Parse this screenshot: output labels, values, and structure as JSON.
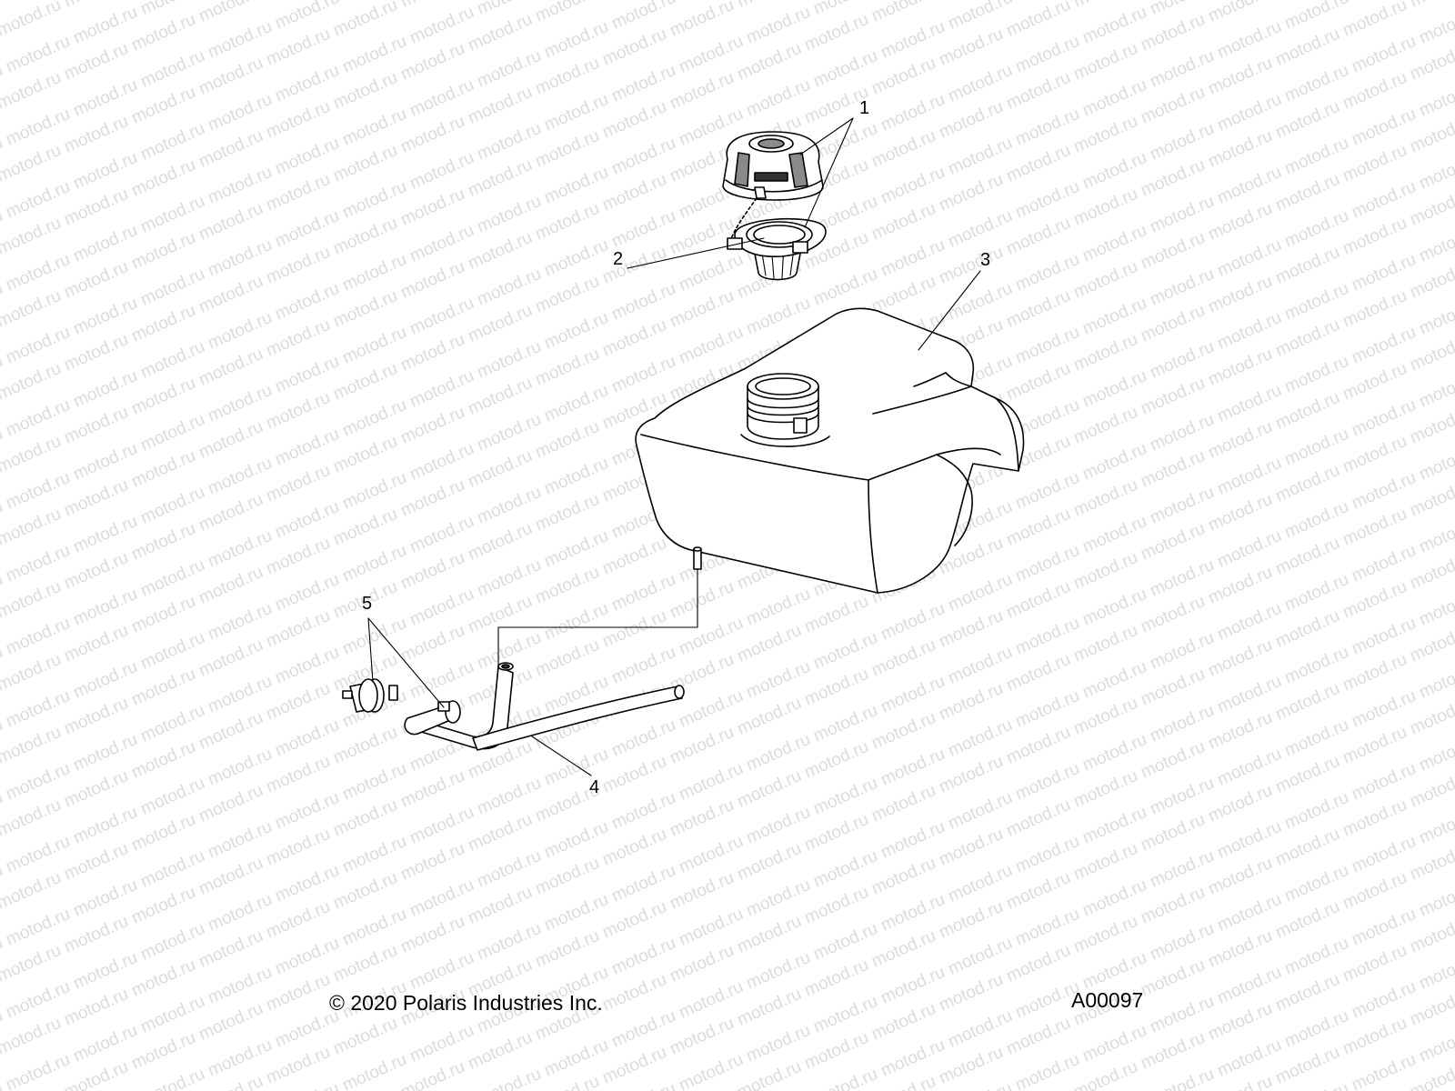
{
  "watermark": {
    "text": "motod.ru"
  },
  "callouts": {
    "c1": "1",
    "c2": "2",
    "c3": "3",
    "c4": "4",
    "c5": "5"
  },
  "footer": {
    "copyright": "© 2020 Polaris Industries Inc.",
    "figure_code": "A00097"
  }
}
